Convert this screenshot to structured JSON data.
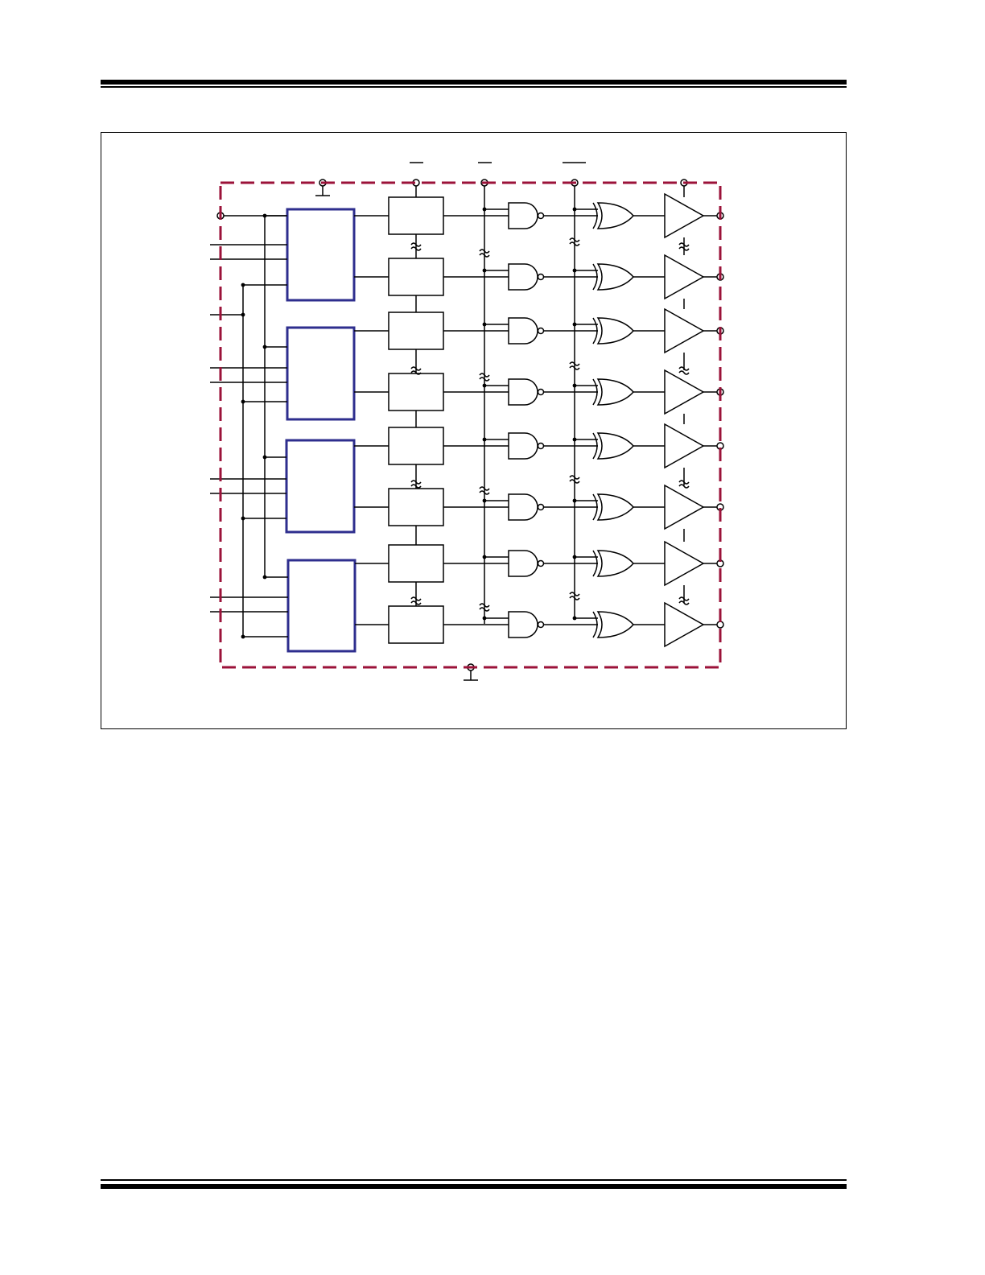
{
  "page": {
    "header_rule": "top",
    "footer_rule": "bottom"
  },
  "figure": {
    "boundary_color": "#9b1239",
    "decoder_color": "#2e2e8e",
    "line_color": "#000000",
    "decoder_count": 4,
    "latch_count": 8,
    "channel_count": 8,
    "icons": [
      "nand-gate-icon",
      "xnor-gate-icon",
      "buffer-triangle-icon",
      "capacitor-icon",
      "ground-icon",
      "pin-circle-icon"
    ]
  }
}
